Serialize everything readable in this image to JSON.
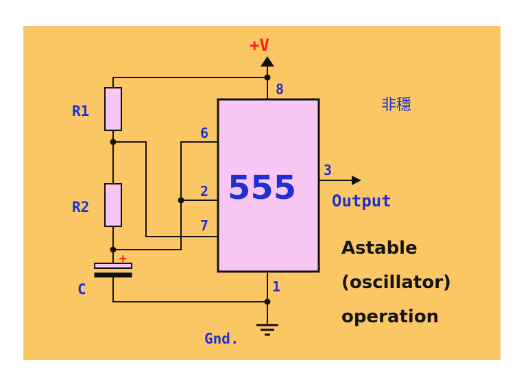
{
  "diagram": {
    "supply_label": "+V",
    "ground_label": "Gnd.",
    "chip_label": "555",
    "cjk_label": "非穩",
    "output_label": "Output",
    "components": {
      "r1": "R1",
      "r2": "R2",
      "c": "C",
      "c_polarity": "+"
    },
    "pins": {
      "p8": "8",
      "p6": "6",
      "p2": "2",
      "p7": "7",
      "p3": "3",
      "p1": "1"
    },
    "description_lines": [
      "Astable",
      "(oscillator)",
      "operation"
    ],
    "colors": {
      "background": "#fbc765",
      "chip_fill": "#f7c6f2",
      "resistor_fill": "#f7c6f2",
      "label_blue": "#1f2fd0",
      "label_red": "#ff1a1a",
      "wire": "#111111"
    }
  }
}
